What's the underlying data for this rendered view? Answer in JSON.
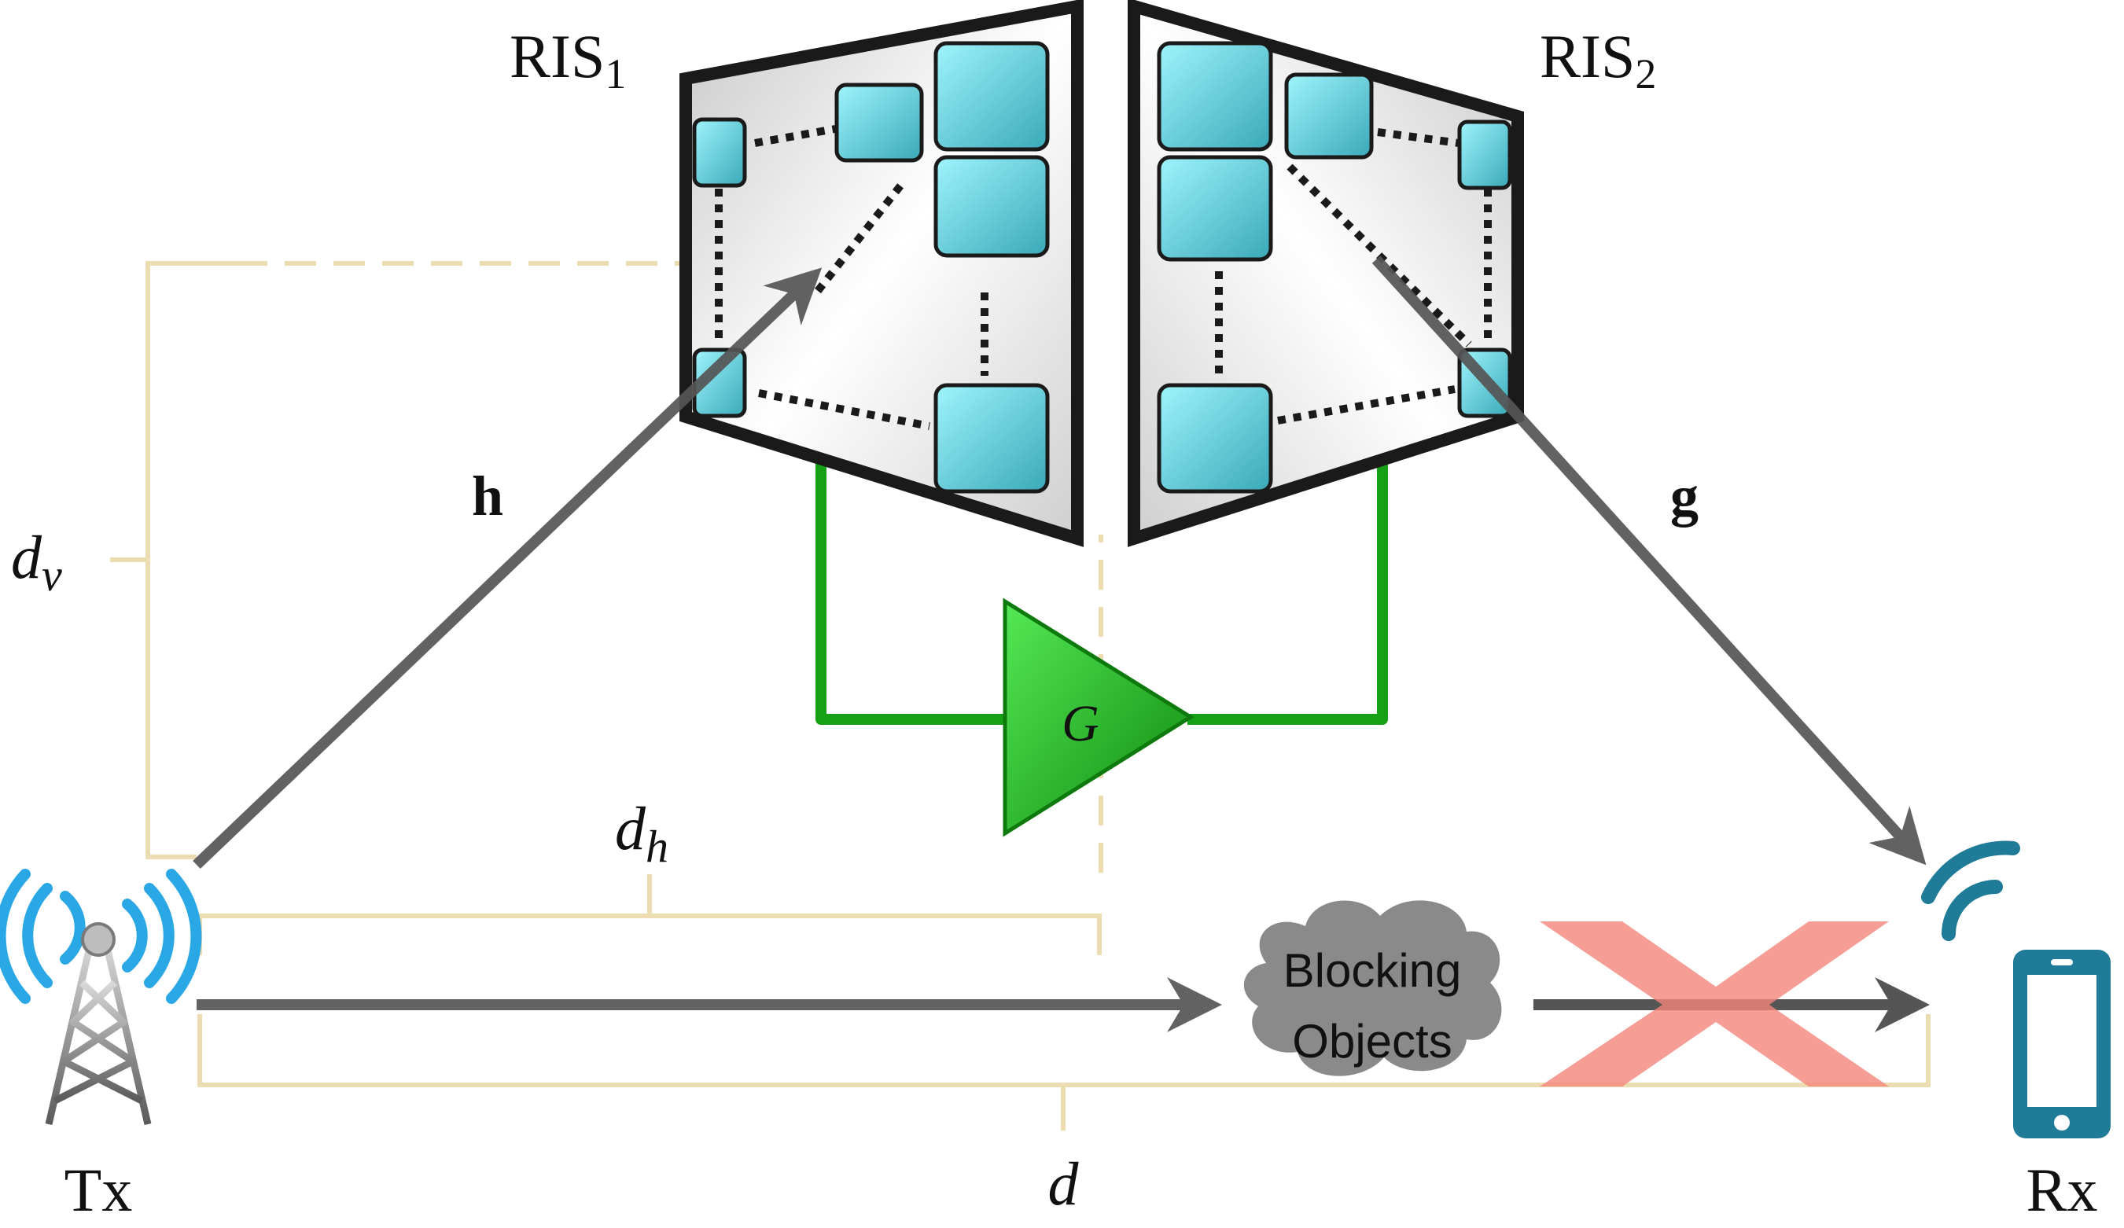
{
  "labels": {
    "ris1_main": "RIS",
    "ris1_sub": "1",
    "ris2_main": "RIS",
    "ris2_sub": "2",
    "h": "h",
    "g": "g",
    "G": "G",
    "dv_main": "d",
    "dv_sub": "v",
    "dh_main": "d",
    "dh_sub": "h",
    "d": "d",
    "tx": "Tx",
    "rx": "Rx",
    "blocking_line1": "Blocking",
    "blocking_line2": "Objects"
  },
  "colors": {
    "beam": "#555555",
    "bracket": "#ecdcb2",
    "amplifier": "#1bb51b",
    "amplifier_wire": "#16a016",
    "ris_frame": "#1a1a1a",
    "ris_element": "#5cc8d4",
    "antenna_wave": "#2aa8e6",
    "phone": "#1f7b97",
    "cloud": "#8a8a8a",
    "cross": "#f4847a"
  },
  "icons": {
    "tx": "cell-tower-icon",
    "rx": "smartphone-icon",
    "blocked": "cross-icon"
  }
}
